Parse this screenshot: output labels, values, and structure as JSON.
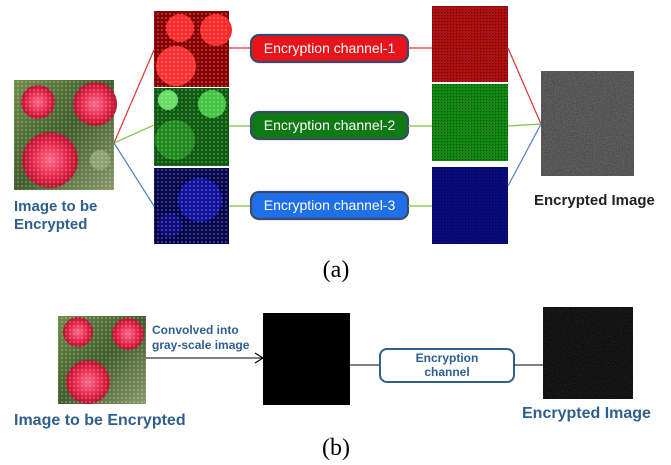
{
  "panel_a": {
    "source_label_line1": "Image to be",
    "source_label_line2": "Encrypted",
    "channels": [
      {
        "label": "Encryption channel-1",
        "color": "#e8141b"
      },
      {
        "label": "Encryption channel-2",
        "color": "#0f7a14"
      },
      {
        "label": "Encryption channel-3",
        "color": "#1f6fe8"
      }
    ],
    "output_label": "Encrypted Image",
    "caption": "(a)"
  },
  "panel_b": {
    "source_label": "Image to be Encrypted",
    "convolve_label_line1": "Convolved into",
    "convolve_label_line2": "gray-scale image",
    "channel_label_line1": "Encryption",
    "channel_label_line2": "channel",
    "output_label": "Encrypted Image",
    "caption": "(b)"
  },
  "colors": {
    "red_line": "#e03030",
    "green_line": "#7cc040",
    "blue_line": "#4a7fd0",
    "label_blue": "#2e5f8f"
  }
}
